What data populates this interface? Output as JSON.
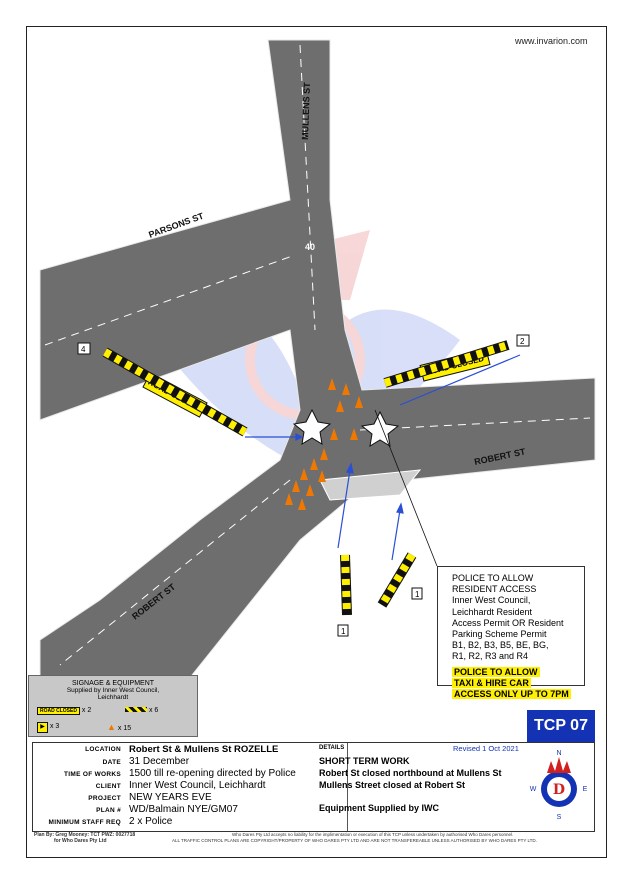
{
  "header": {
    "website": "www.invarion.com"
  },
  "streets": {
    "mullens": "MULLENS ST",
    "parsons": "PARSONS ST",
    "robert_east": "ROBERT ST",
    "robert_west": "ROBERT ST",
    "speed": "40"
  },
  "signs": {
    "road_closed_left": "ROAD CLOSED",
    "road_closed_right": "ROAD CLOSED",
    "marker_1": "1",
    "marker_1b": "1",
    "marker_2": "2",
    "marker_4": "4"
  },
  "callout": {
    "lines": [
      "POLICE TO ALLOW",
      "RESIDENT ACCESS",
      "Inner West Council,",
      "Leichhardt Resident",
      "Access Permit OR Resident",
      "Parking Scheme Permit",
      "B1, B2, B3, B5, BE, BG,",
      "R1, R2, R3 and R4"
    ],
    "highlight": [
      "POLICE TO ALLOW",
      "TAXI & HIRE CAR",
      "ACCESS ONLY UP TO 7PM"
    ]
  },
  "legend": {
    "title": "SIGNAGE & EQUIPMENT",
    "subtitle": "Supplied by Inner West Council, Leichhardt",
    "road_closed_label": "ROAD CLOSED",
    "road_closed_count": "x 2",
    "barrier_count": "x 6",
    "arrow_count": "x 3",
    "cone_count": "x 15"
  },
  "tcp_badge": "TCP 07",
  "title_block": {
    "location_label": "LOCATION",
    "location": "Robert St & Mullens St ROZELLE",
    "date_label": "DATE",
    "date": "31 December",
    "time_label": "TIME OF WORKS",
    "time": "1500 till re-opening directed by Police",
    "client_label": "CLIENT",
    "client": "Inner West Council, Leichhardt",
    "project_label": "PROJECT",
    "project": "NEW YEARS EVE",
    "plan_label": "PLAN #",
    "plan": "WD/Balmain NYE/GM07",
    "staff_label": "MINIMUM STAFF REQ",
    "staff": "2 x Police",
    "details_label": "DETAILS",
    "revised": "Revised 1 Oct 2021",
    "detail_1": "SHORT TERM WORK",
    "detail_2": "Robert St closed northbound at Mullens St",
    "detail_3": "Mullens Street closed at Robert St",
    "detail_4": "Equipment Supplied by IWC",
    "plan_by": "Plan By: Greg Mooney: TCT PWZ: 0027718",
    "plan_by_2": "for Who Dares Pty Ltd"
  },
  "footer": {
    "line_1": "Who Dares Pty Ltd accepts no liability for the implimentation or execution of this TCP unless undertaken by authorised Who Dares personnel.",
    "line_2": "ALL TRAFFIC CONTROL PLANS ARE COPYRIGHT/PROPERTY OF WHO DARES PTY LTD AND ARE NOT TRANSFEREABLE UNLESS AUTHORISED BY WHO DARES PTY LTD."
  },
  "compass": {
    "n": "N",
    "s": "S",
    "e": "E",
    "w": "W"
  },
  "colors": {
    "road": "#6e6e6e",
    "barrier": "#f5d800",
    "tcp_blue": "#1432b4",
    "arrow_blue": "#2a4fd6",
    "cone": "#f07800"
  }
}
